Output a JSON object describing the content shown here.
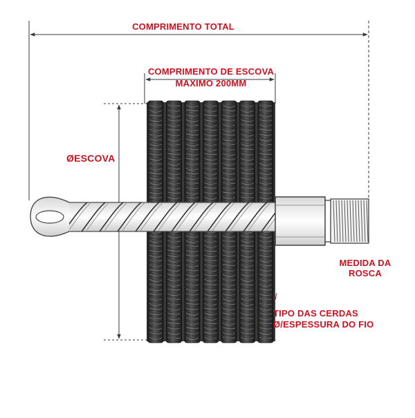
{
  "labels": {
    "overall_length": "COMPRIMENTO TOTAL",
    "brush_length_line1": "COMPRIMENTO DE ESCOVA",
    "brush_length_line2": "MAXIMO 200MM",
    "brush_diameter": "ØESCOVA",
    "thread_line1": "MEDIDA DA",
    "thread_line2": "ROSCA",
    "bristle_line1": "TIPO DAS CERDAS",
    "bristle_line2": "Ø/ESPESSURA DO FIO"
  },
  "colors": {
    "label_red": "#d0101e",
    "dimension_line": "#3a3a3a",
    "bristle_dark": "#2b2b2b",
    "wire_light": "#f4f4f4"
  }
}
